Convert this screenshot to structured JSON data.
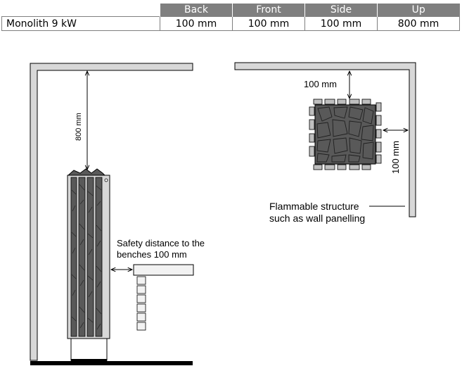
{
  "table": {
    "headers": [
      "",
      "Back",
      "Front",
      "Side",
      "Up"
    ],
    "rows": [
      [
        "Monolith 9 kW",
        "100 mm",
        "100 mm",
        "100 mm",
        "800 mm"
      ]
    ]
  },
  "labels": {
    "side_up_distance": "800 mm",
    "bench_distance_line1": "Safety distance to the",
    "bench_distance_line2": "benches 100 mm",
    "top_back_distance": "100 mm",
    "top_side_distance": "100 mm",
    "flammable_line1": "Flammable structure",
    "flammable_line2": "such as wall panelling"
  },
  "colors": {
    "header_bg": "#7f7f7f",
    "wall_fill": "#d8d8d8",
    "stone_fill": "#595959",
    "floor": "#000000"
  }
}
